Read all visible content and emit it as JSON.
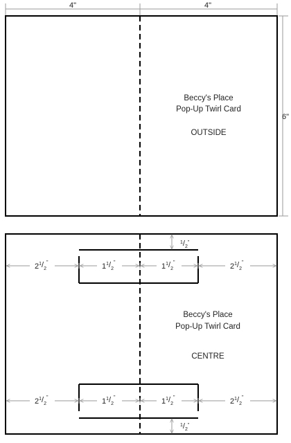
{
  "outside_panel": {
    "top_dims": {
      "left": "4\"",
      "right": "4\""
    },
    "side_dim": "6\"",
    "title_line1": "Beccy's Place",
    "title_line2": "Pop-Up Twirl Card",
    "label": "OUTSIDE"
  },
  "centre_panel": {
    "title_line1": "Beccy's Place",
    "title_line2": "Pop-Up Twirl Card",
    "label": "CENTRE",
    "slot_gap": {
      "whole": "",
      "num": "1",
      "den": "2",
      "unit": "\""
    },
    "row_dims": [
      {
        "whole": "2",
        "num": "1",
        "den": "2",
        "unit": "\""
      },
      {
        "whole": "1",
        "num": "1",
        "den": "2",
        "unit": "\""
      },
      {
        "whole": "1",
        "num": "1",
        "den": "2",
        "unit": "\""
      },
      {
        "whole": "2",
        "num": "1",
        "den": "2",
        "unit": "\""
      }
    ]
  },
  "colors": {
    "ink": "#000000",
    "dim_line": "#9a9a9a",
    "text": "#222222"
  }
}
